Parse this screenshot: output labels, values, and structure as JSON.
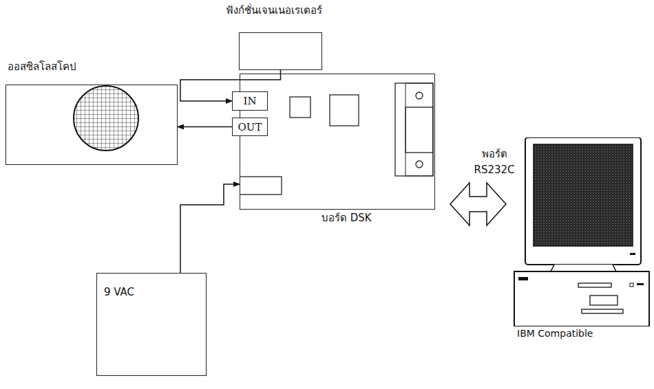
{
  "diagram": {
    "nodes": [
      {
        "text": [
          "ฟังก์ชั่นเจนเนอเรเตอร์"
        ]
      },
      {
        "text": [
          "ออสซิลโลสโคป"
        ]
      },
      {
        "text": [
          "บอร์ด DSK"
        ]
      },
      {
        "text": [
          "IN"
        ],
        "in": 2
      },
      {
        "text": [
          "OUT"
        ],
        "in": 2
      },
      {
        "text": [
          "9 VAC"
        ]
      },
      {
        "text": [
          "IBM Compatible"
        ]
      }
    ],
    "edges": [
      {
        "from": 0,
        "to": 3,
        "arrow": "to"
      },
      {
        "from": 4,
        "to": 1,
        "arrow": "to"
      },
      {
        "from": 5,
        "to": 2,
        "arrow": "to"
      },
      {
        "from": 2,
        "to": 6,
        "arrow": "both",
        "label": "พอร์ต RS232C"
      }
    ]
  }
}
